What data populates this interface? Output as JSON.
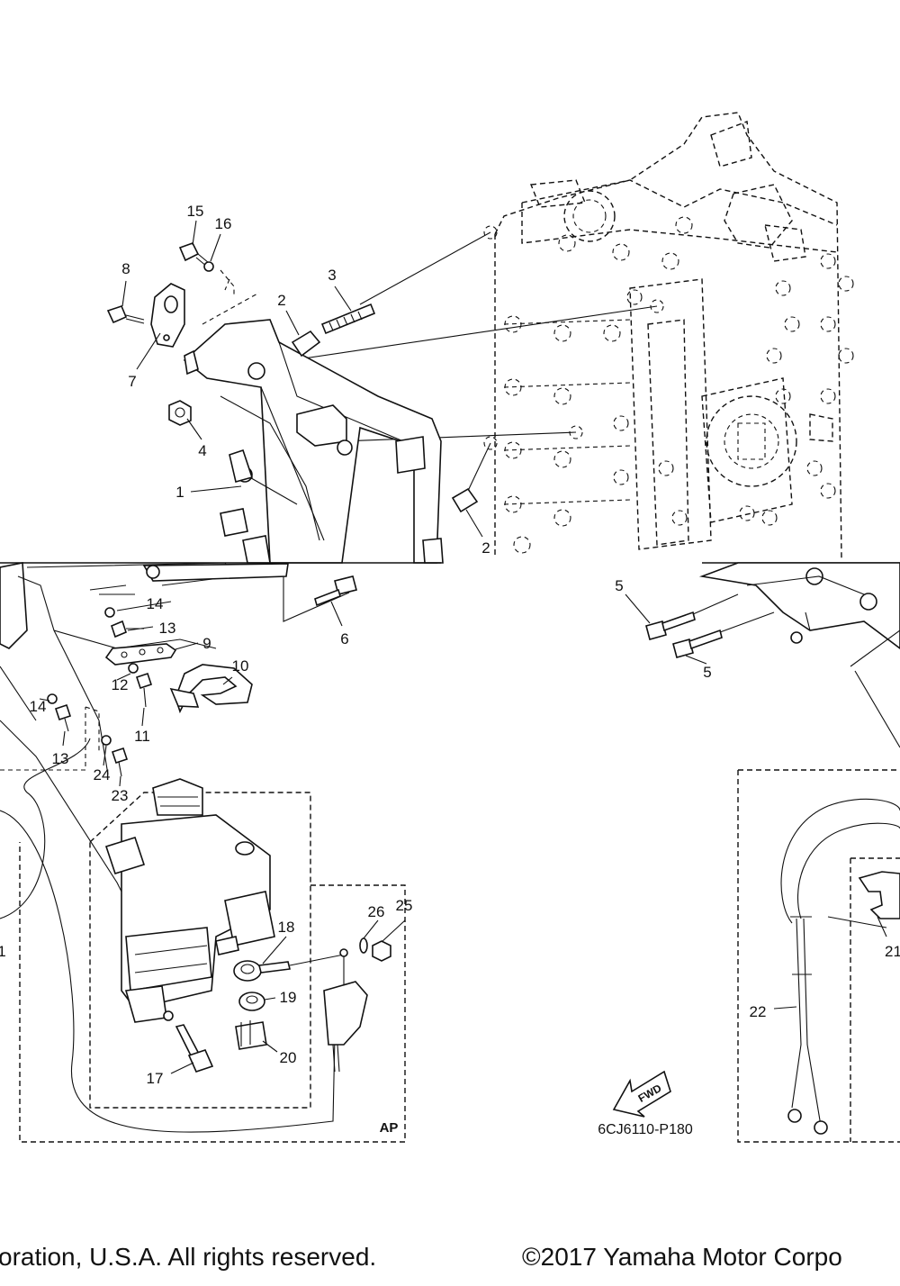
{
  "diagram": {
    "callouts": {
      "n1": "1",
      "n2a": "2",
      "n2b": "2",
      "n3": "3",
      "n4": "4",
      "n5a": "5",
      "n5b": "5",
      "n6": "6",
      "n7": "7",
      "n8": "8",
      "n9": "9",
      "n10": "10",
      "n11": "11",
      "n12": "12",
      "n13a": "13",
      "n13b": "13",
      "n14a": "14",
      "n14b": "14",
      "n15": "15",
      "n16": "16",
      "n17": "17",
      "n18": "18",
      "n19": "19",
      "n20": "20",
      "n21a": "1",
      "n21b": "21",
      "n22": "22",
      "n23": "23",
      "n24": "24",
      "n25": "25",
      "n26": "26"
    },
    "ap_label": "AP",
    "fwd_label": "FWD",
    "part_code": "6CJ6110-P180"
  },
  "footer": {
    "left": "oration, U.S.A. All rights reserved.",
    "right": "©2017 Yamaha Motor Corpo"
  }
}
